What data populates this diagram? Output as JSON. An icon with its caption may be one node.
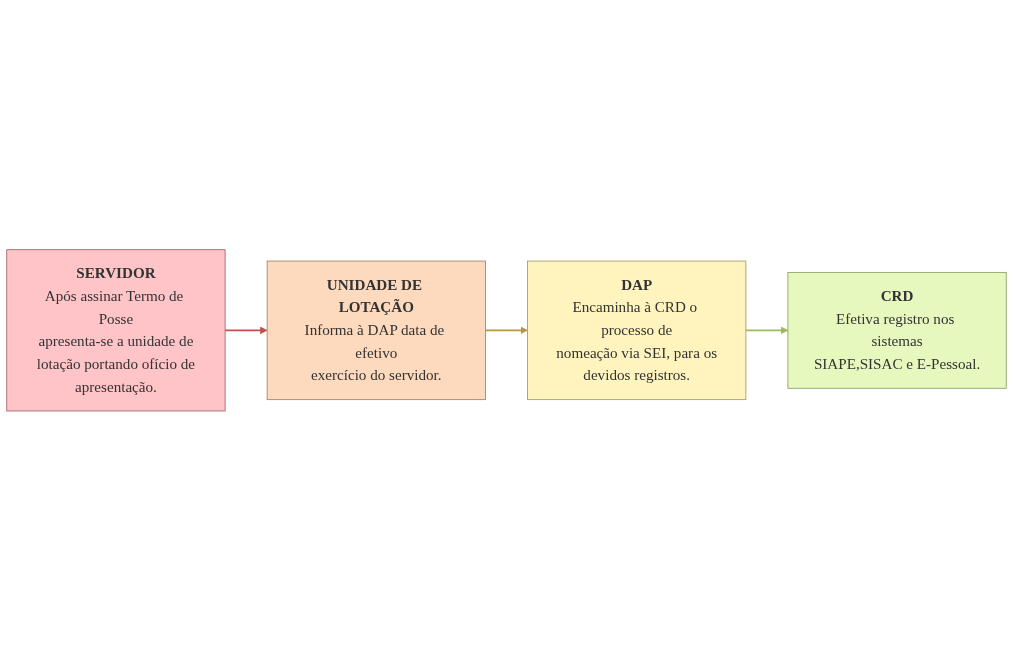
{
  "diagram": {
    "nodes": [
      {
        "text": [
          "SERVIDOR",
          "Após assinar Termo de Posse apresenta-se a unidade de lotação portando ofício de apresentação."
        ]
      },
      {
        "text": [
          "UNIDADE DE LOTAÇÃO",
          "Informa à DAP data de efetivo exercício do servidor."
        ]
      },
      {
        "text": [
          "DAP",
          "Encaminha à CRD o processo de nomeação via SEI, para os devidos registros."
        ]
      },
      {
        "text": [
          "CRD",
          "Efetiva registro nos sistemas SIAPE,SISAC e E-Pessoal."
        ]
      }
    ],
    "edges": [
      {
        "from": 0,
        "to": 1,
        "arrow": "to",
        "color": "#c0504d"
      },
      {
        "from": 1,
        "to": 2,
        "arrow": "to",
        "color": "#b8963c"
      },
      {
        "from": 2,
        "to": 3,
        "arrow": "to",
        "color": "#9bbb59"
      }
    ]
  }
}
